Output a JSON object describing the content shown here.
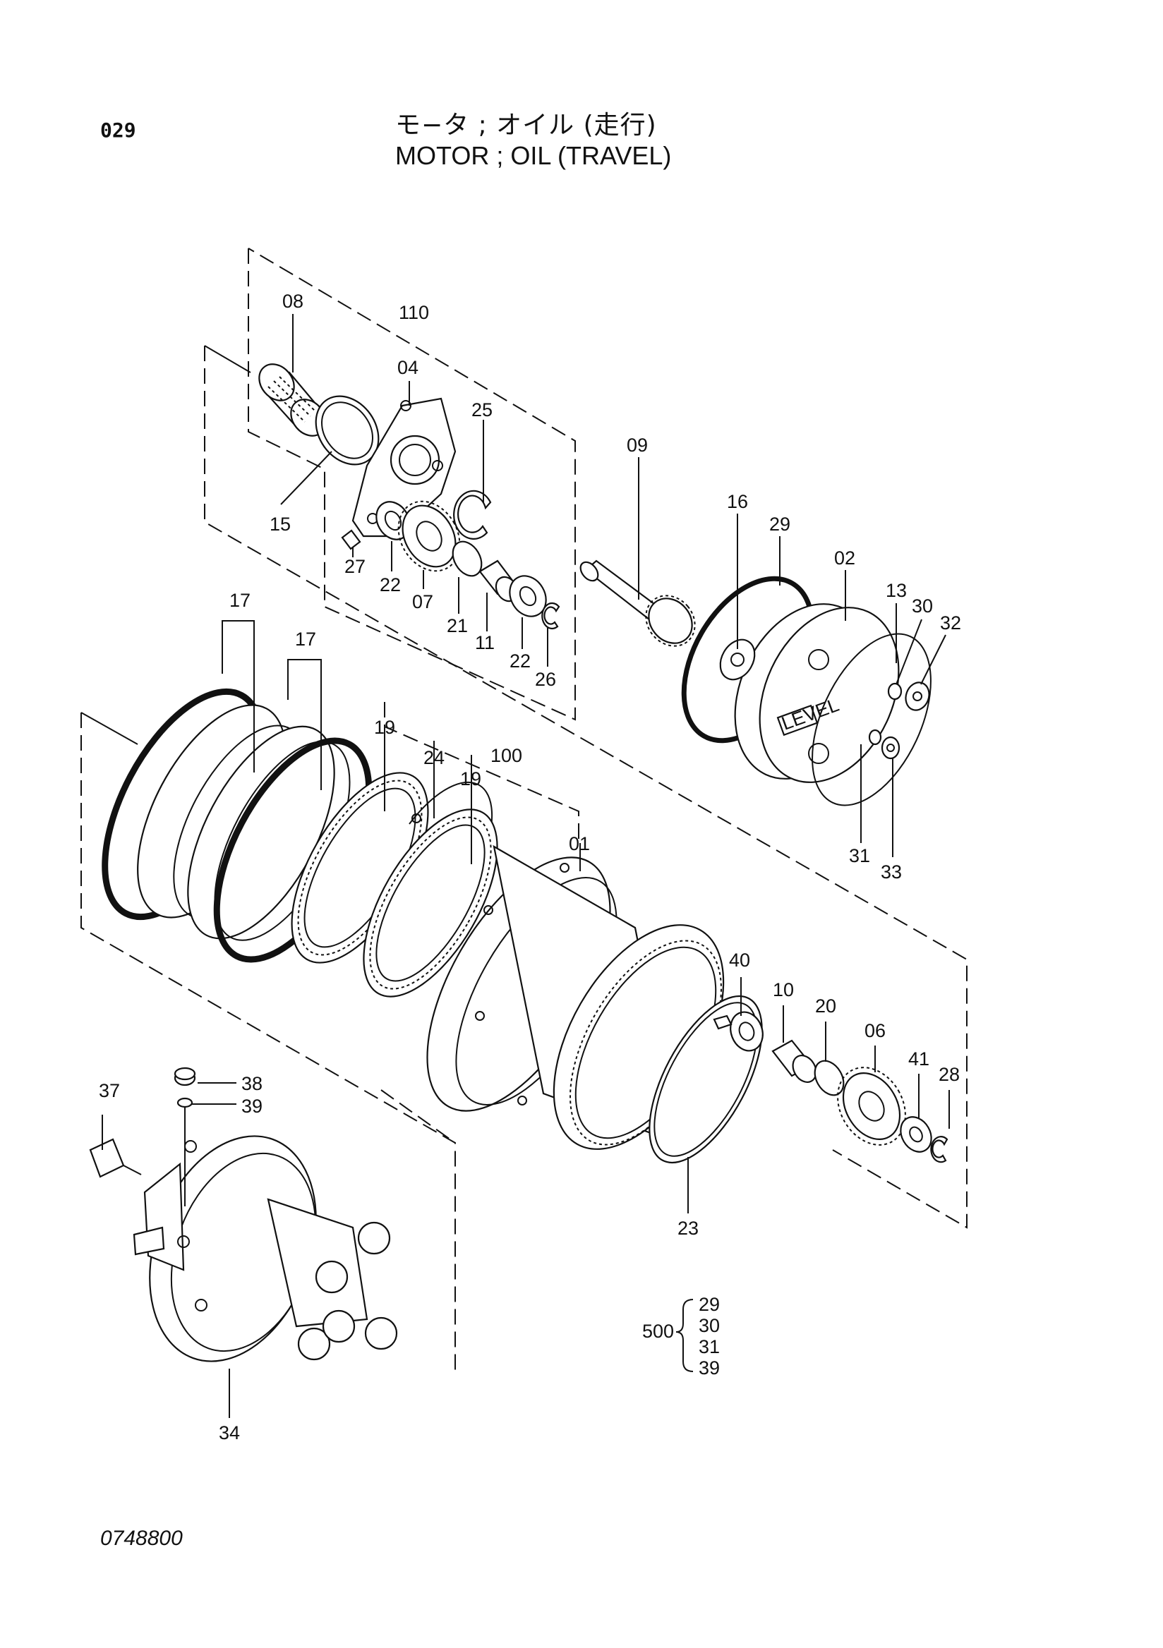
{
  "header": {
    "page_number": "029",
    "title_jp": "モ−タ ; オイル (走行)",
    "title_en": "MOTOR ; OIL (TRAVEL)"
  },
  "footer": {
    "drawing_number": "0748800"
  },
  "callouts": {
    "c08": "08",
    "c110": "110",
    "c04": "04",
    "c25": "25",
    "c15": "15",
    "c27": "27",
    "c22a": "22",
    "c07": "07",
    "c21": "21",
    "c11": "11",
    "c22b": "22",
    "c26": "26",
    "c09": "09",
    "c16": "16",
    "c29": "29",
    "c02": "02",
    "c13": "13",
    "c30": "30",
    "c32": "32",
    "c31": "31",
    "c33": "33",
    "c17a": "17",
    "c17b": "17",
    "c19a": "19",
    "c24": "24",
    "c100": "100",
    "c19b": "19",
    "c01": "01",
    "c40": "40",
    "c10": "10",
    "c20": "20",
    "c06": "06",
    "c41": "41",
    "c28": "28",
    "c23": "23",
    "c37": "37",
    "c38": "38",
    "c39": "39",
    "c34": "34"
  },
  "kit": {
    "number": "500",
    "items": [
      "29",
      "30",
      "31",
      "39"
    ]
  },
  "labels": {
    "level_plate": "LEVEL"
  }
}
